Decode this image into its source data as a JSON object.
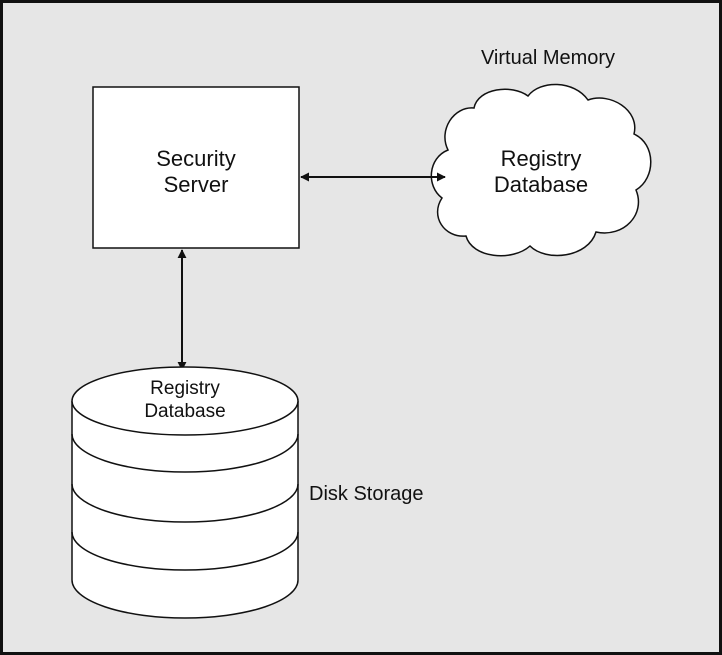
{
  "diagram": {
    "security_server": {
      "line1": "Security",
      "line2": "Server"
    },
    "virtual_memory_label": "Virtual Memory",
    "cloud_db": {
      "line1": "Registry",
      "line2": "Database"
    },
    "disk_db": {
      "line1": "Registry",
      "line2": "Database"
    },
    "disk_storage_label": "Disk Storage",
    "colors": {
      "background": "#e6e6e6",
      "shape_fill": "#ffffff",
      "stroke": "#111111"
    }
  }
}
